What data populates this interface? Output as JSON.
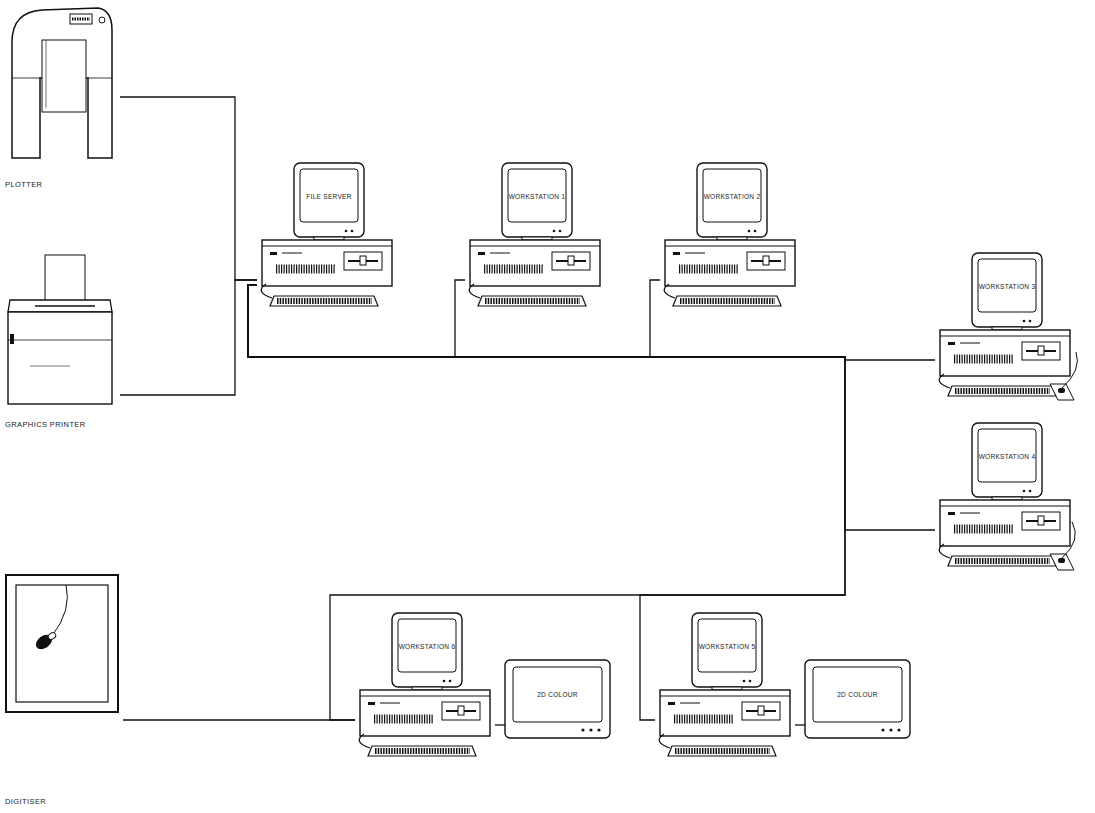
{
  "diagram": {
    "nodes": [
      {
        "text": [
          "PLOTTER"
        ]
      },
      {
        "text": [
          "GRAPHICS PRINTER"
        ]
      },
      {
        "text": [
          "FILE SERVER"
        ]
      },
      {
        "text": [
          "WORKSTATION 1"
        ]
      },
      {
        "text": [
          "WORKSTATION 2"
        ]
      },
      {
        "text": [
          "WORKSTATION 3"
        ]
      },
      {
        "text": [
          "WORKSTATION 4"
        ]
      },
      {
        "text": [
          "DIGITISER"
        ]
      },
      {
        "text": [
          "WORKSTATION 6"
        ]
      },
      {
        "text": [
          "2D COLOUR"
        ]
      },
      {
        "text": [
          "WORKSTATION 5"
        ]
      },
      {
        "text": [
          "2D COLOUR"
        ]
      }
    ],
    "edges": [
      {
        "from": 0,
        "to": 2,
        "arrow": "none"
      },
      {
        "from": 1,
        "to": 2,
        "arrow": "none"
      },
      {
        "from": 2,
        "to": 3,
        "arrow": "none"
      },
      {
        "from": 2,
        "to": 4,
        "arrow": "none"
      },
      {
        "from": 2,
        "to": 5,
        "arrow": "none"
      },
      {
        "from": 2,
        "to": 6,
        "arrow": "none"
      },
      {
        "from": 2,
        "to": 8,
        "arrow": "none"
      },
      {
        "from": 2,
        "to": 10,
        "arrow": "none"
      },
      {
        "from": 7,
        "to": 8,
        "arrow": "none"
      },
      {
        "from": 8,
        "to": 9,
        "arrow": "none"
      },
      {
        "from": 10,
        "to": 11,
        "arrow": "none"
      }
    ]
  }
}
